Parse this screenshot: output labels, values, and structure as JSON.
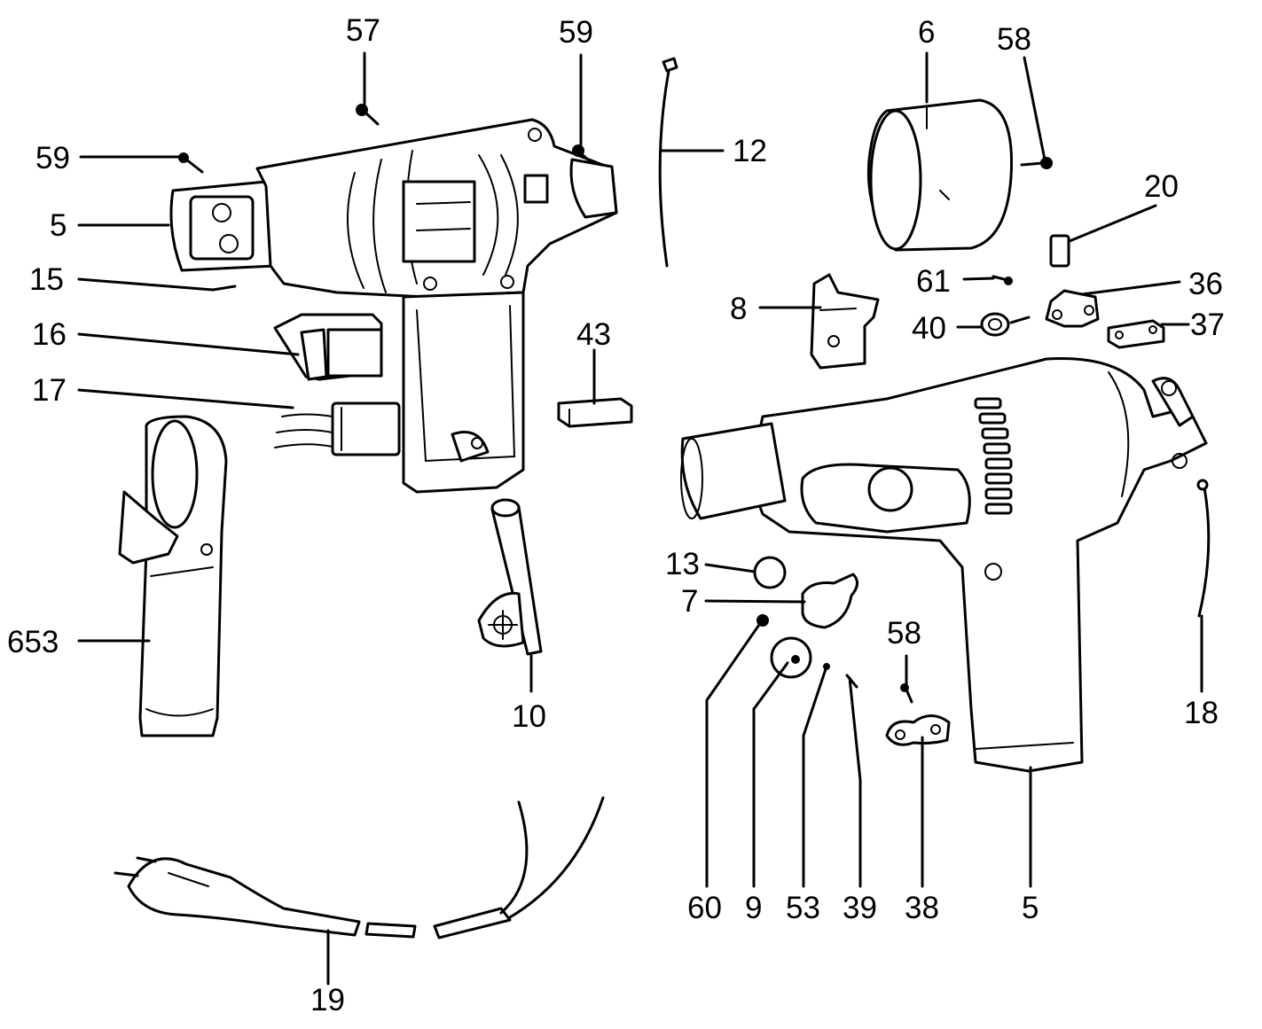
{
  "callouts": [
    {
      "id": "57",
      "text": "57"
    },
    {
      "id": "59a",
      "text": "59"
    },
    {
      "id": "59b",
      "text": "59"
    },
    {
      "id": "5a",
      "text": "5"
    },
    {
      "id": "15",
      "text": "15"
    },
    {
      "id": "16",
      "text": "16"
    },
    {
      "id": "17",
      "text": "17"
    },
    {
      "id": "653",
      "text": "653"
    },
    {
      "id": "12",
      "text": "12"
    },
    {
      "id": "43",
      "text": "43"
    },
    {
      "id": "10",
      "text": "10"
    },
    {
      "id": "6",
      "text": "6"
    },
    {
      "id": "58a",
      "text": "58"
    },
    {
      "id": "20",
      "text": "20"
    },
    {
      "id": "61",
      "text": "61"
    },
    {
      "id": "36",
      "text": "36"
    },
    {
      "id": "8",
      "text": "8"
    },
    {
      "id": "40",
      "text": "40"
    },
    {
      "id": "37",
      "text": "37"
    },
    {
      "id": "13",
      "text": "13"
    },
    {
      "id": "7",
      "text": "7"
    },
    {
      "id": "58b",
      "text": "58"
    },
    {
      "id": "60",
      "text": "60"
    },
    {
      "id": "9",
      "text": "9"
    },
    {
      "id": "53",
      "text": "53"
    },
    {
      "id": "39",
      "text": "39"
    },
    {
      "id": "38",
      "text": "38"
    },
    {
      "id": "5b",
      "text": "5"
    },
    {
      "id": "18",
      "text": "18"
    },
    {
      "id": "19",
      "text": "19"
    }
  ]
}
